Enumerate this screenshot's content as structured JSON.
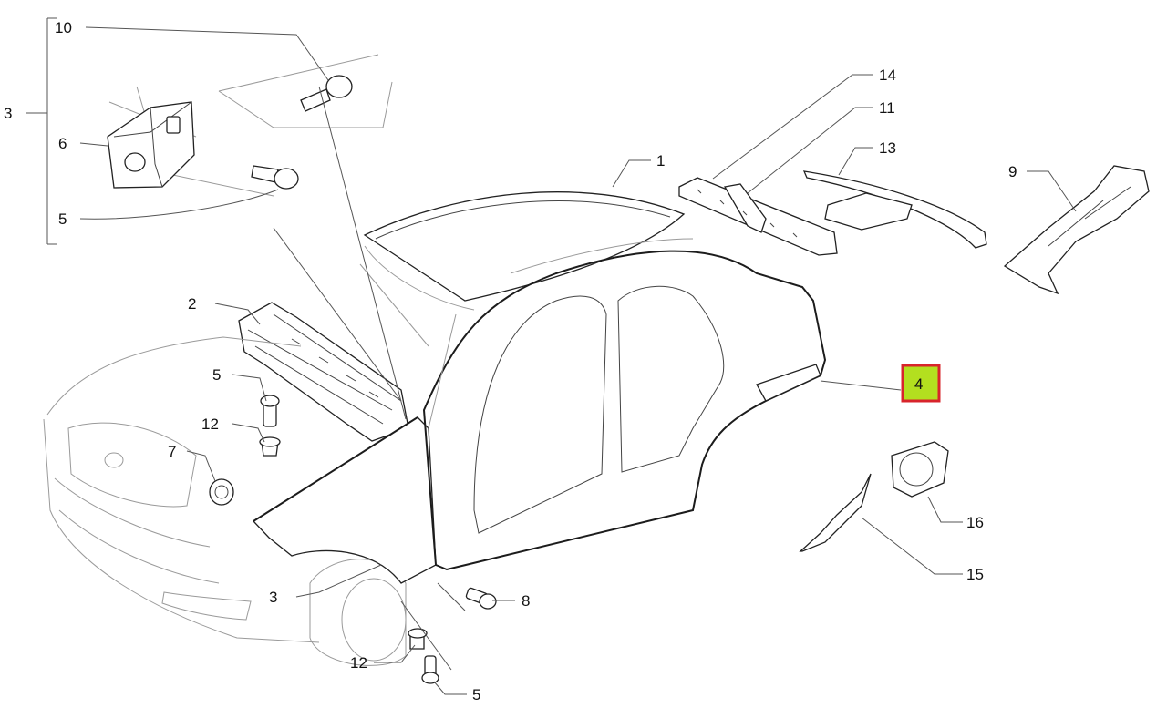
{
  "callouts": {
    "c1": "1",
    "c2": "2",
    "c3_frame": "3",
    "c3_wing": "3",
    "c4": "4",
    "c5_top": "5",
    "c5_mid": "5",
    "c5_bottom": "5",
    "c6": "6",
    "c7": "7",
    "c8": "8",
    "c9": "9",
    "c10": "10",
    "c11": "11",
    "c12_mid": "12",
    "c12_bottom": "12",
    "c13": "13",
    "c14": "14",
    "c15": "15",
    "c16": "16"
  },
  "highlight": {
    "fill": "#b3df1f",
    "border": "#d8242b",
    "part": "4"
  }
}
